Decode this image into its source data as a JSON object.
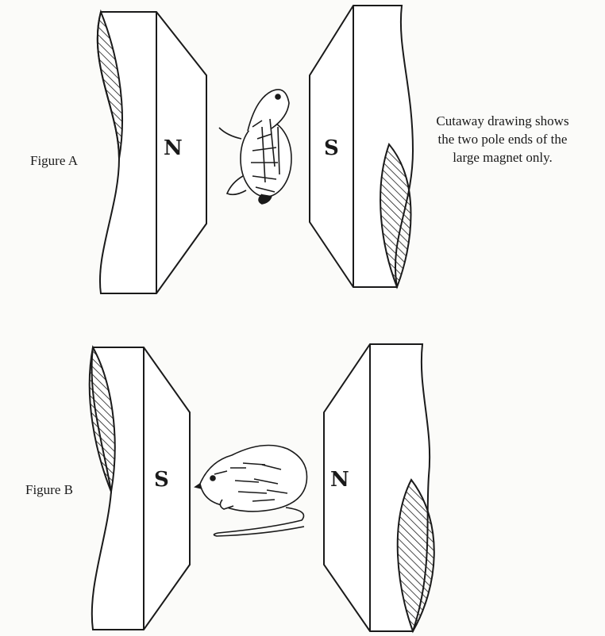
{
  "figure_a": {
    "label": "Figure A",
    "left_pole": "N",
    "right_pole": "S"
  },
  "figure_b": {
    "label": "Figure B",
    "left_pole": "S",
    "right_pole": "N"
  },
  "caption": {
    "line1": "Cutaway drawing shows",
    "line2": "the two pole ends of the",
    "line3": "large magnet only."
  },
  "colors": {
    "ink": "#1a1a1a",
    "paper": "#fbfbf9"
  },
  "icons": [
    "rat-standing-icon",
    "rat-crouching-icon"
  ]
}
